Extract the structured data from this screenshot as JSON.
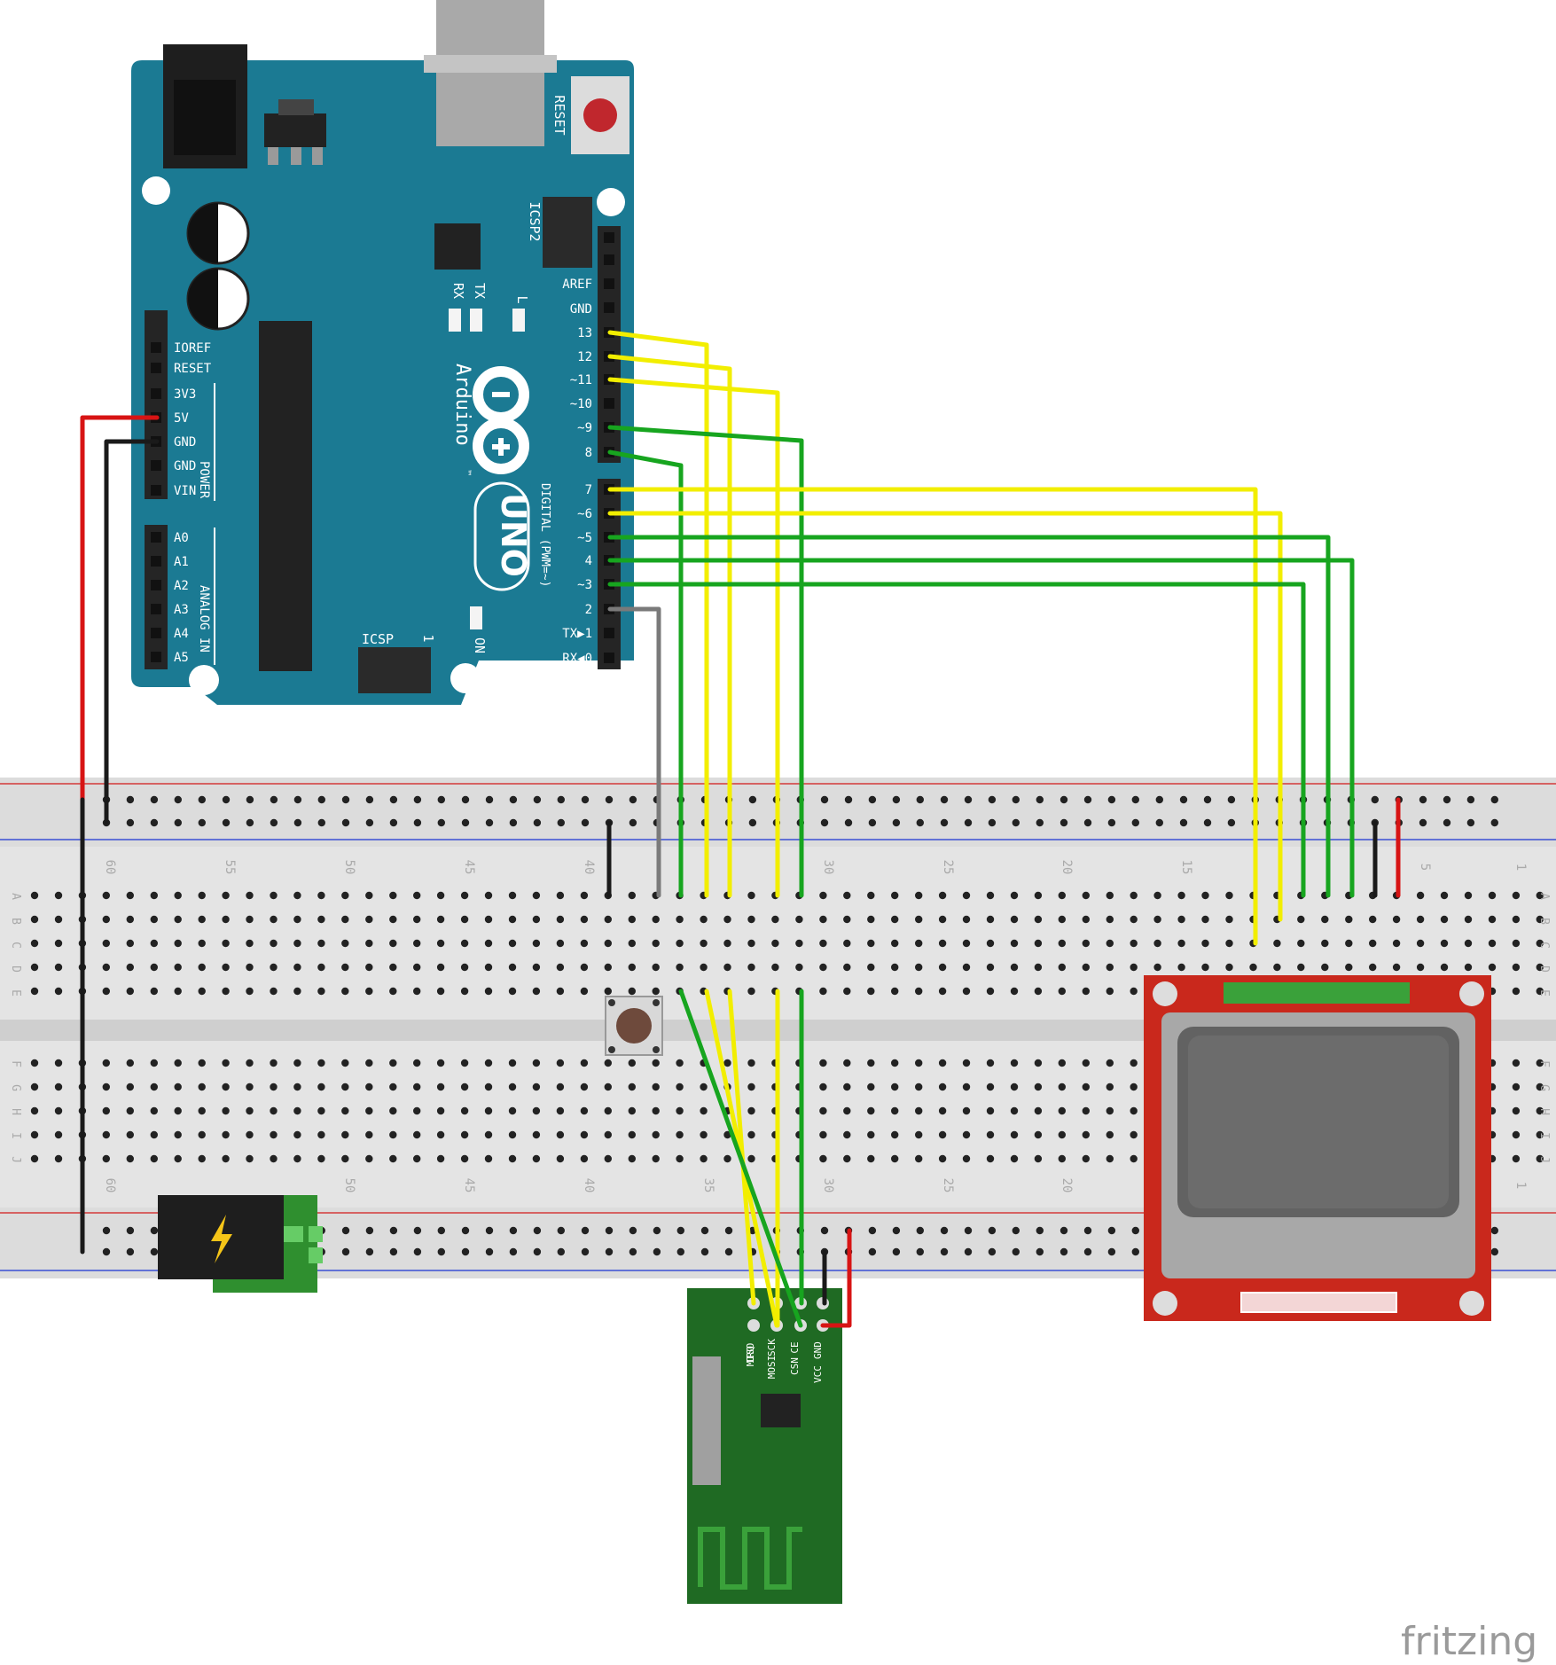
{
  "colors": {
    "board": "#1b7a93",
    "board_dark": "#0f5d72",
    "breadboard": "#e6e6e6",
    "rail_red": "#d43a3a",
    "rail_blue": "#3a4fd4",
    "wire_yellow": "#f2ee00",
    "wire_green": "#17a51f",
    "wire_red": "#d71414",
    "wire_black": "#1a1a1a",
    "wire_gray": "#7a7a7a",
    "lcd_red": "#c9281c",
    "radio_green": "#1f6a23",
    "dcjack_green": "#2f8f2f"
  },
  "arduino": {
    "reset_label": "RESET",
    "icsp2_label": "ICSP2",
    "aref": "AREF",
    "gnd_top": "GND",
    "digital_pins": [
      "13",
      "12",
      "~11",
      "~10",
      "~9",
      "8",
      "7",
      "~6",
      "~5",
      "4",
      "~3",
      "2",
      "TX▶1",
      "RX◀0"
    ],
    "power_pins": [
      "IOREF",
      "RESET",
      "3V3",
      "5V",
      "GND",
      "GND",
      "VIN"
    ],
    "analog_pins": [
      "A0",
      "A1",
      "A2",
      "A3",
      "A4",
      "A5"
    ],
    "power_label": "POWER",
    "analog_label": "ANALOG IN",
    "digital_label": "DIGITAL (PWM=~)",
    "tx": "TX",
    "rx": "RX",
    "l": "L",
    "on": "ON",
    "icsp_label": "ICSP",
    "icsp_one": "1",
    "brand": "Arduino",
    "tm": "™",
    "model": "UNO"
  },
  "breadboard": {
    "col_numbers": [
      "60",
      "55",
      "50",
      "45",
      "40",
      "35",
      "30",
      "25",
      "20",
      "15",
      "5",
      "1"
    ],
    "rows_top": [
      "A",
      "B",
      "C",
      "D",
      "E"
    ],
    "rows_bottom": [
      "F",
      "G",
      "H",
      "I",
      "J"
    ]
  },
  "radio": {
    "pins": [
      "IRQ",
      "MISO",
      "MOSI",
      "SCK",
      "CSN",
      "CE",
      "VCC",
      "GND"
    ]
  },
  "watermark": "fritzing"
}
